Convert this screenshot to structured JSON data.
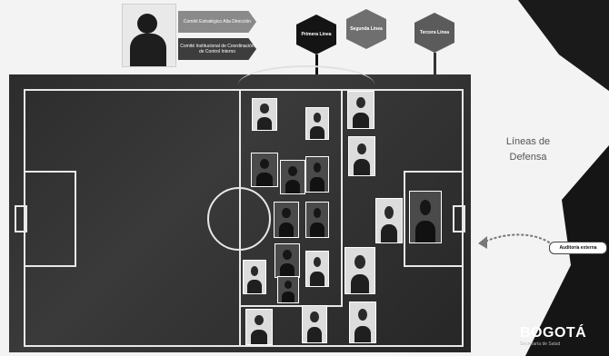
{
  "labels": {
    "tag_top": "Comité Estratégico Alta Dirección",
    "tag_bottom": "Comité Institucional de Coordinación de Control Interno",
    "hex_primera": "Primera Línea",
    "hex_segunda": "Segunda Línea",
    "hex_tercera": "Tercera Línea",
    "lineas_de_defensa": "Líneas de Defensa",
    "pill": "Auditoría externa",
    "logo_text": "BOGOTÁ",
    "logo_subtext": "Secretaría de Salud"
  },
  "colors": {
    "hex_primera": "#141414",
    "hex_segunda": "#6f6f6f",
    "hex_tercera": "#5b5b5b",
    "tag_top": "#8a8a8a",
    "tag_bottom": "#3d3d3d",
    "pitch": "#2e2e2e",
    "triangle": "#151515"
  },
  "icons": {
    "curved_arrow": "curved-arrow-icon",
    "photo": "person-photo"
  }
}
